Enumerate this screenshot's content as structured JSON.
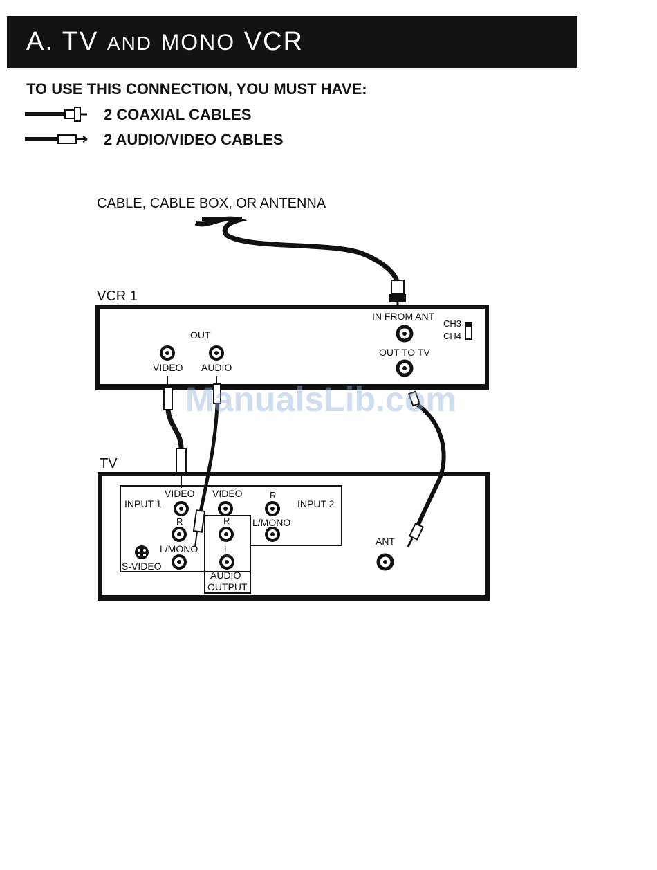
{
  "header": {
    "title_prefix": "A. TV",
    "title_and": "AND",
    "title_mono": "MONO",
    "title_vcr": "VCR"
  },
  "requirements": {
    "heading": "TO USE THIS CONNECTION, YOU MUST HAVE:",
    "items": [
      {
        "label": "2 COAXIAL CABLES",
        "icon": "coaxial-cable-icon"
      },
      {
        "label": "2 AUDIO/VIDEO CABLES",
        "icon": "av-cable-icon"
      }
    ]
  },
  "diagram": {
    "source_label": "CABLE, CABLE BOX, OR ANTENNA",
    "vcr": {
      "name": "VCR 1",
      "out_label": "OUT",
      "video_label": "VIDEO",
      "audio_label": "AUDIO",
      "in_from_ant": "IN FROM ANT",
      "out_to_tv": "OUT TO TV",
      "ch3": "CH3",
      "ch4": "CH4"
    },
    "tv": {
      "name": "TV",
      "input1": "INPUT 1",
      "input2": "INPUT 2",
      "video1": "VIDEO",
      "video2": "VIDEO",
      "r1": "R",
      "r2": "R",
      "r3": "R",
      "lmono1": "L/MONO",
      "lmono2": "L/MONO",
      "svideo": "S-VIDEO",
      "l_out": "L",
      "audio_output_1": "AUDIO",
      "audio_output_2": "OUTPUT",
      "ant": "ANT"
    }
  },
  "watermark": "ManualsLib.com"
}
